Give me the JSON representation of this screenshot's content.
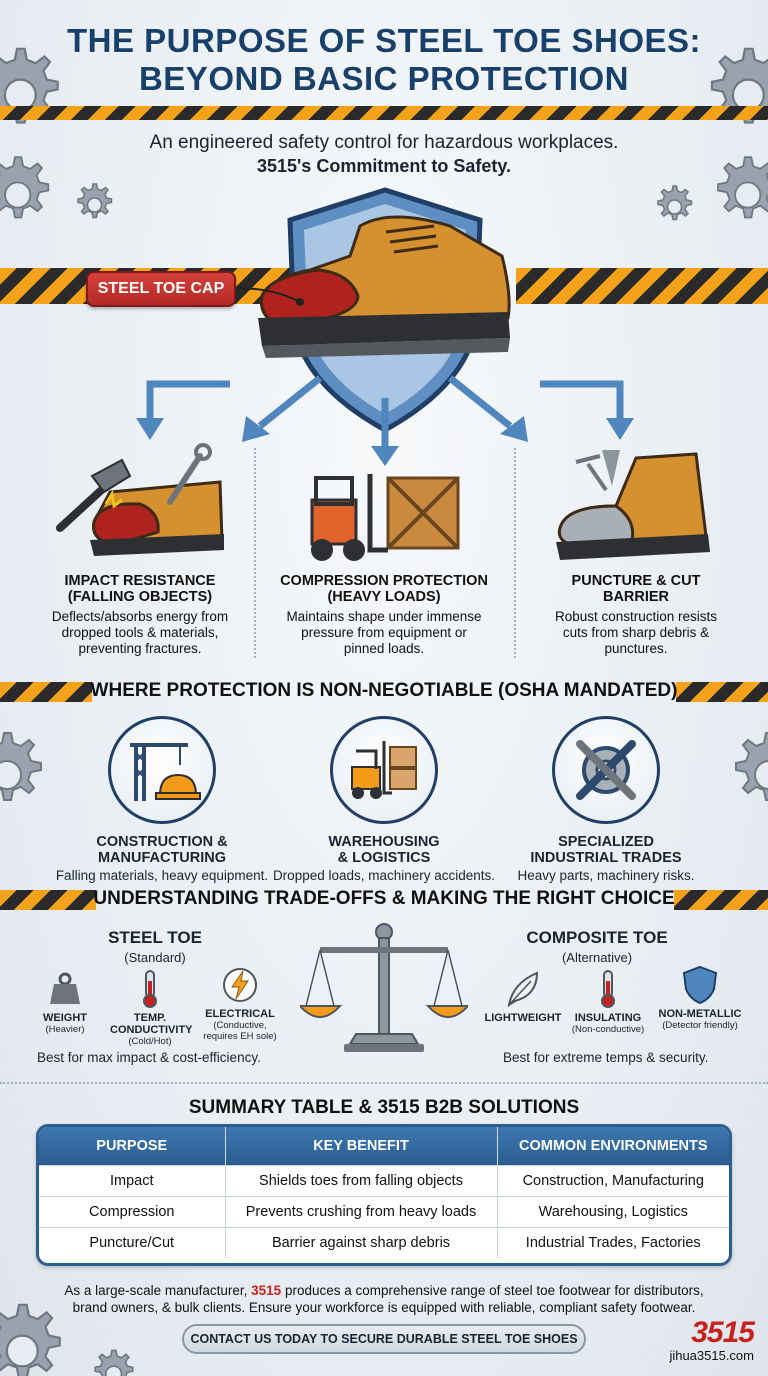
{
  "header": {
    "title_line1": "THE PURPOSE OF STEEL TOE SHOES:",
    "title_line2": "BEYOND BASIC PROTECTION",
    "subtitle": "An engineered safety control for hazardous workplaces.",
    "subtitle_bold": "3515's Commitment to Safety."
  },
  "hero": {
    "callout": "STEEL TOE CAP"
  },
  "features": [
    {
      "title1": "IMPACT RESISTANCE",
      "title2": "(FALLING OBJECTS)",
      "desc1": "Deflects/absorbs energy from",
      "desc2": "dropped tools & materials,",
      "desc3": "preventing fractures."
    },
    {
      "title1": "COMPRESSION PROTECTION",
      "title2": "(HEAVY LOADS)",
      "desc1": "Maintains shape under immense",
      "desc2": "pressure from equipment or",
      "desc3": "pinned loads."
    },
    {
      "title1": "PUNCTURE & CUT",
      "title2": "BARRIER",
      "desc1": "Robust construction resists",
      "desc2": "cuts from sharp debris &",
      "desc3": "punctures."
    }
  ],
  "section_where": "WHERE PROTECTION IS NON-NEGOTIABLE (OSHA MANDATED)",
  "environments": [
    {
      "title1": "CONSTRUCTION &",
      "title2": "MANUFACTURING",
      "desc": "Falling materials, heavy equipment."
    },
    {
      "title1": "WAREHOUSING",
      "title2": "& LOGISTICS",
      "desc": "Dropped loads, machinery accidents."
    },
    {
      "title1": "SPECIALIZED",
      "title2": "INDUSTRIAL TRADES",
      "desc": "Heavy parts, machinery risks."
    }
  ],
  "section_tradeoffs": "UNDERSTANDING TRADE-OFFS & MAKING THE RIGHT CHOICE",
  "steel": {
    "title": "STEEL TOE",
    "sub": "(Standard)",
    "attrs": [
      {
        "h1": "WEIGHT",
        "h2": "",
        "s1": "(Heavier)",
        "s2": "",
        "icon": "weight-icon"
      },
      {
        "h1": "TEMP.",
        "h2": "CONDUCTIVITY",
        "s1": "(Cold/Hot)",
        "s2": "",
        "icon": "thermometer-icon"
      },
      {
        "h1": "ELECTRICAL",
        "h2": "",
        "s1": "(Conductive,",
        "s2": "requires EH sole)",
        "icon": "lightning-icon"
      }
    ],
    "best": "Best for max impact & cost-efficiency."
  },
  "composite": {
    "title": "COMPOSITE TOE",
    "sub": "(Alternative)",
    "attrs": [
      {
        "h1": "LIGHTWEIGHT",
        "s1": "",
        "icon": "feather-icon"
      },
      {
        "h1": "INSULATING",
        "s1": "(Non-conductive)",
        "icon": "thermometer-icon"
      },
      {
        "h1": "NON-METALLIC",
        "s1": "(Detector friendly)",
        "icon": "shield-icon"
      }
    ],
    "best": "Best for extreme temps & security."
  },
  "section_summary": "SUMMARY TABLE & 3515 B2B SOLUTIONS",
  "table": {
    "headers": [
      "PURPOSE",
      "KEY BENEFIT",
      "COMMON ENVIRONMENTS"
    ],
    "rows": [
      [
        "Impact",
        "Shields toes from falling objects",
        "Construction, Manufacturing"
      ],
      [
        "Compression",
        "Prevents crushing from heavy loads",
        "Warehousing, Logistics"
      ],
      [
        "Puncture/Cut",
        "Barrier against sharp debris",
        "Industrial Trades, Factories"
      ]
    ]
  },
  "footer": {
    "line1_pre": "As a large-scale manufacturer, ",
    "brand": "3515",
    "line1_post": " produces a comprehensive range of steel toe footwear for distributors,",
    "line2": "brand owners, & bulk clients. Ensure your workforce is equipped with reliable, compliant safety footwear.",
    "cta": "CONTACT US TODAY TO SECURE DURABLE STEEL TOE SHOES",
    "logo": "3515",
    "url": "jihua3515.com"
  },
  "colors": {
    "accent": "#17406b",
    "brand": "#c8201c",
    "hazard": "#f4a21a"
  }
}
